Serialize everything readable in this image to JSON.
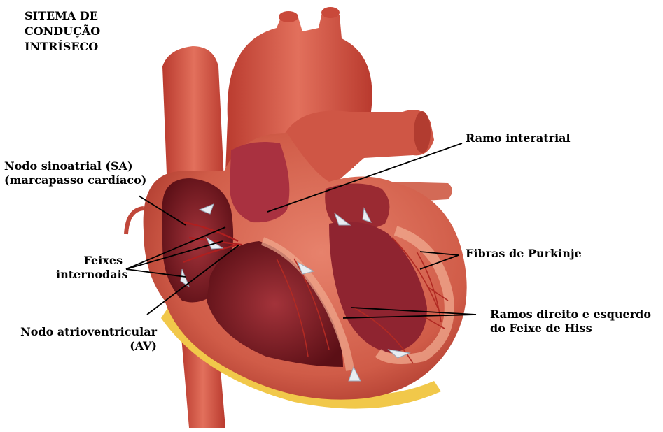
{
  "title": [
    "SITEMA DE",
    "CONDUÇÃO",
    "INTRÍSECO"
  ],
  "labels": {
    "nodo_sa_line1": "Nodo sinoatrial (SA)",
    "nodo_sa_line2": "(marcapasso cardíaco)",
    "feixes_line1": "Feixes",
    "feixes_line2": "internodais",
    "nodo_av_line1": "Nodo atrioventricular",
    "nodo_av_line2": "(AV)",
    "ramo_interatrial": "Ramo interatrial",
    "fibras_purkinje": "Fibras de Purkinje",
    "ramos_line1": "Ramos direito e esquerdo",
    "ramos_line2": "do Feixe de Hiss"
  },
  "colors": {
    "muscle": "#d9604e",
    "muscle_dark": "#b8382c",
    "chamber": "#8a1f22",
    "chamber_inner": "#5e1015",
    "fat": "#f1c84a",
    "endocardium": "#f0a98f",
    "label_text": "#000000",
    "leader": "#000000"
  }
}
